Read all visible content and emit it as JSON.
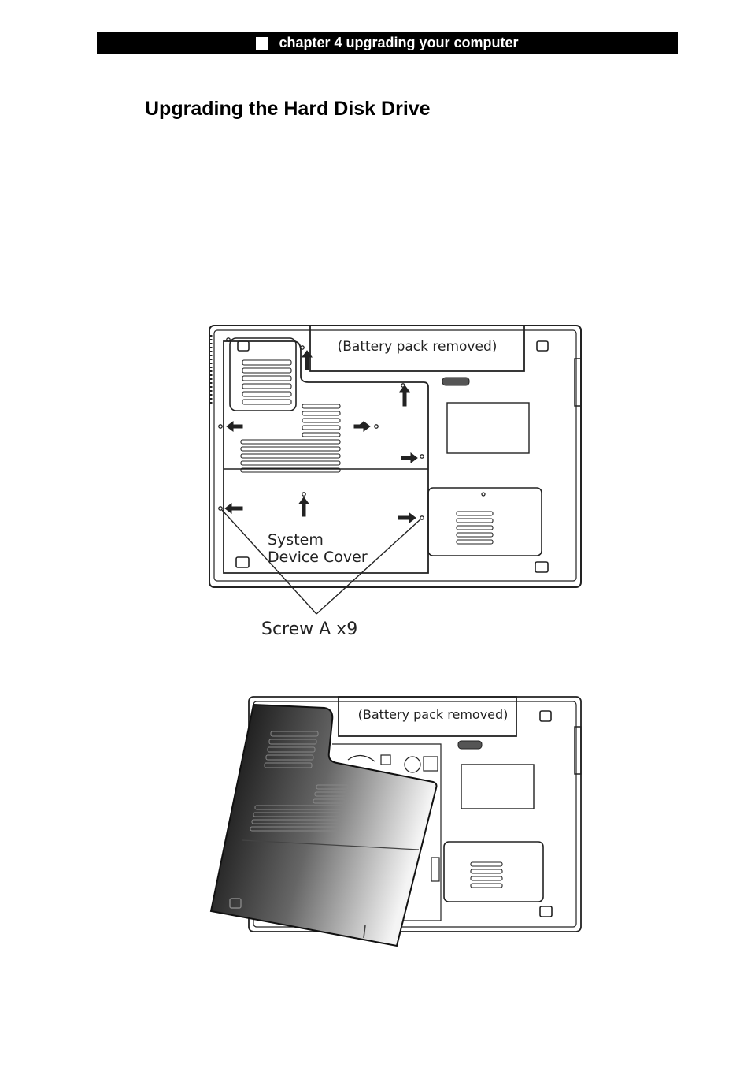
{
  "header": {
    "text": "chapter 4 upgrading your computer",
    "icon": "square-bullet"
  },
  "title": "Upgrading the Hard Disk Drive",
  "figure1": {
    "battery_label": "(Battery pack removed)",
    "cover_label_line1": "System",
    "cover_label_line2": "Device Cover",
    "screw_label": "Screw A x9"
  },
  "figure2": {
    "battery_label": "(Battery pack removed)"
  },
  "colors": {
    "line": "#222222",
    "background": "#ffffff",
    "header_bg": "#000000"
  }
}
